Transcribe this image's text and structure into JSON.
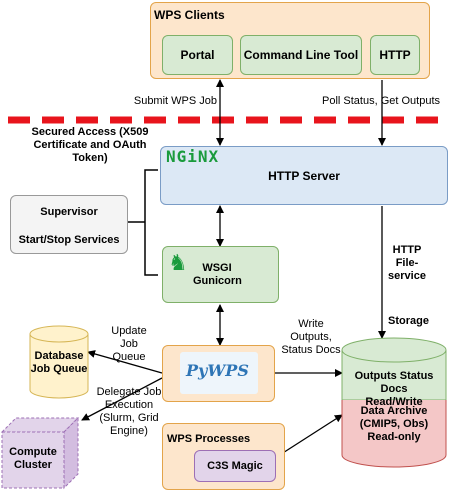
{
  "wps_clients": {
    "title": "WPS Clients",
    "portal": "Portal",
    "cli": "Command Line Tool",
    "http": "HTTP"
  },
  "edges": {
    "submit": "Submit WPS Job",
    "poll": "Poll Status, Get Outputs",
    "http_file": "HTTP File-service",
    "storage": "Storage",
    "write_outputs": "Write Outputs, Status Docs",
    "update_queue": "Update Job Queue",
    "delegate": "Delegate Job Execution (Slurm, Grid Engine)"
  },
  "secured_access": "Secured Access (X509 Certificate and OAuth Token)",
  "nginx_logo": "NGiNX",
  "http_server": "HTTP Server",
  "supervisor": {
    "title": "Supervisor",
    "sub": "Start/Stop Services"
  },
  "wsgi": "WSGI Gunicorn",
  "pywps_logo": "PyWPS",
  "wps_processes": {
    "title": "WPS Processes",
    "c3s": "C3S Magic"
  },
  "database": "Database Job Queue",
  "compute_cluster": "Compute Cluster",
  "storage_cyl": {
    "outputs": "Outputs Status Docs Read/Write",
    "archive": "Data Archive (CMIP5, Obs) Read-only"
  },
  "colors": {
    "secured_dash": "#e8141c",
    "orange_fill": "#fde6cc",
    "green_fill": "#d8ead3",
    "blue_fill": "#dce8f5",
    "pink_fill": "#f4c7c7",
    "yellow_fill": "#fff2cc",
    "purple_fill": "#e2d4ea",
    "nginx_green": "#1a9b3c"
  }
}
